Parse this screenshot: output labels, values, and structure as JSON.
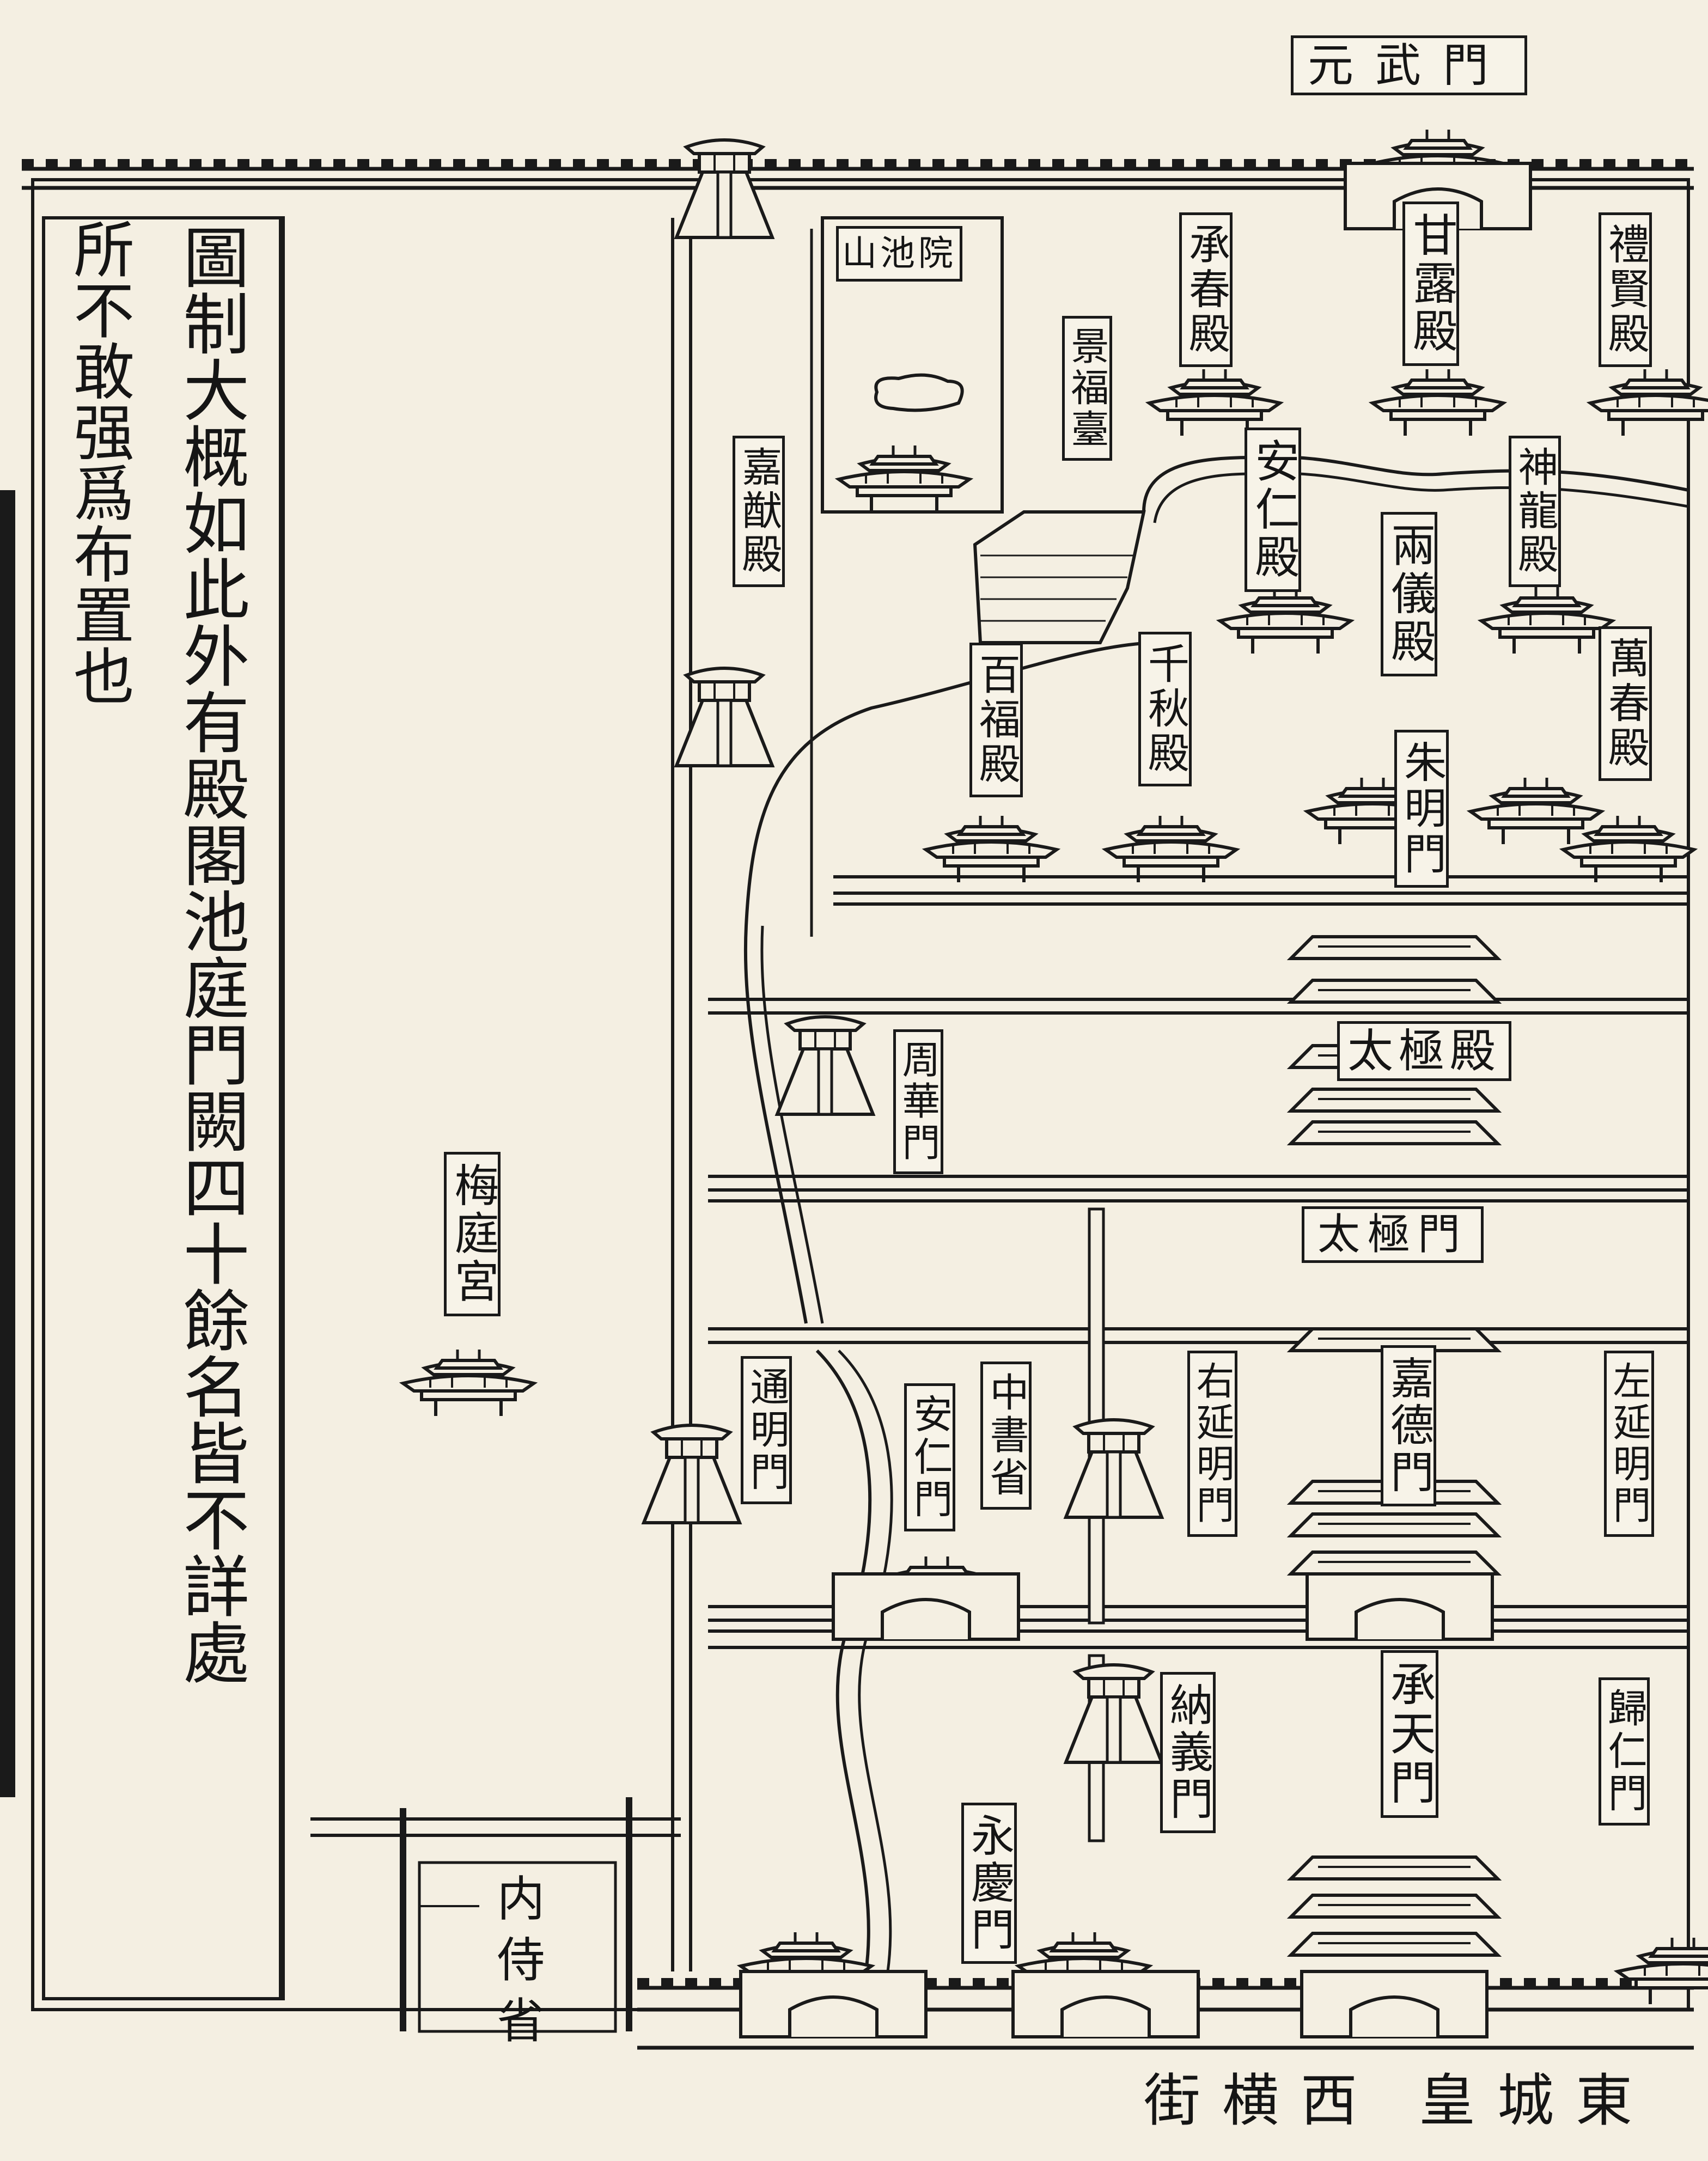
{
  "map": {
    "annotation": {
      "col1": "圖制大概如此外有殿閣池庭門闕四十餘名皆不詳處",
      "col2": "所不敢强爲布置也"
    },
    "top_gate": "元武門",
    "bottom_street": {
      "east": "皇城東",
      "west": "街横西"
    },
    "labels": {
      "shanchiyuan": "山池院",
      "chengchun": "承春殿",
      "ganlu": "甘露殿",
      "lishi": "禮賢殿",
      "jingfu": "景福臺",
      "jiayou": "嘉猷殿",
      "anren_hall": "安仁殿",
      "shenlong": "神龍殿",
      "liangyi": "兩儀殿",
      "baifu": "百福殿",
      "qianqiu": "千秋殿",
      "wanchun": "萬春殿",
      "zhuming": "朱明門",
      "taiji_hall": "太極殿",
      "zhouhua": "周華門",
      "taiji_gate": "太極門",
      "meiting": "梅庭宮",
      "tongming": "通明門",
      "anren_gate": "安仁門",
      "zhongshu": "中書省",
      "youyanming": "右延明門",
      "jiade": "嘉德門",
      "zuoyanming": "左延明門",
      "nayi": "納義門",
      "chengtian": "承天門",
      "guiren": "歸仁門",
      "yongqing": "永慶門",
      "neishi": "内侍省"
    }
  }
}
